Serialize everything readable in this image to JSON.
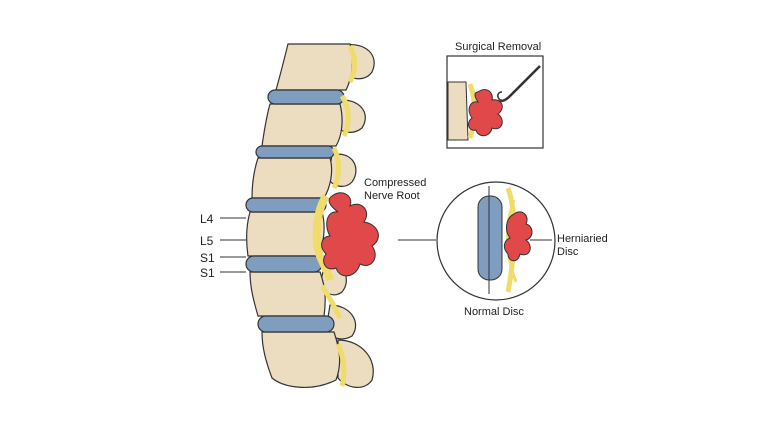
{
  "labels": {
    "surgical_removal": "Surgical Removal",
    "compressed_line1": "Compressed",
    "compressed_line2": "Nerve Root",
    "herniated_line1": "Herniaried",
    "herniated_line2": "Disc",
    "normal_disc": "Normal Disc",
    "level_l4": "L4",
    "level_l5": "L5",
    "level_s1_a": "S1",
    "level_s1_b": "S1"
  },
  "colors": {
    "bone": "#ecdcc0",
    "disc": "#7f9ebf",
    "nerve": "#f0dc6a",
    "herniation": "#e0484a",
    "outline": "#333333"
  }
}
